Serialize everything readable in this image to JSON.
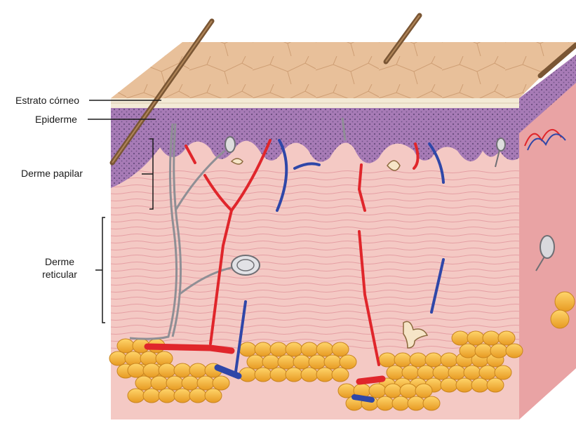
{
  "labels": {
    "estrato_corneo": "Estrato córneo",
    "epiderme": "Epiderme",
    "derme_papilar": "Derme papilar",
    "derme_reticular_line1": "Derme",
    "derme_reticular_line2": "reticular"
  },
  "colors": {
    "surface": "#e8c09a",
    "stratum_corneum": "#f3ead6",
    "epidermis": "#a77bb6",
    "dermis": "#f4c9c4",
    "fat": "#f3b53a",
    "artery": "#e0262b",
    "vein": "#2f47a8",
    "nerve": "#8f8f95",
    "hair": "#7a5634"
  }
}
